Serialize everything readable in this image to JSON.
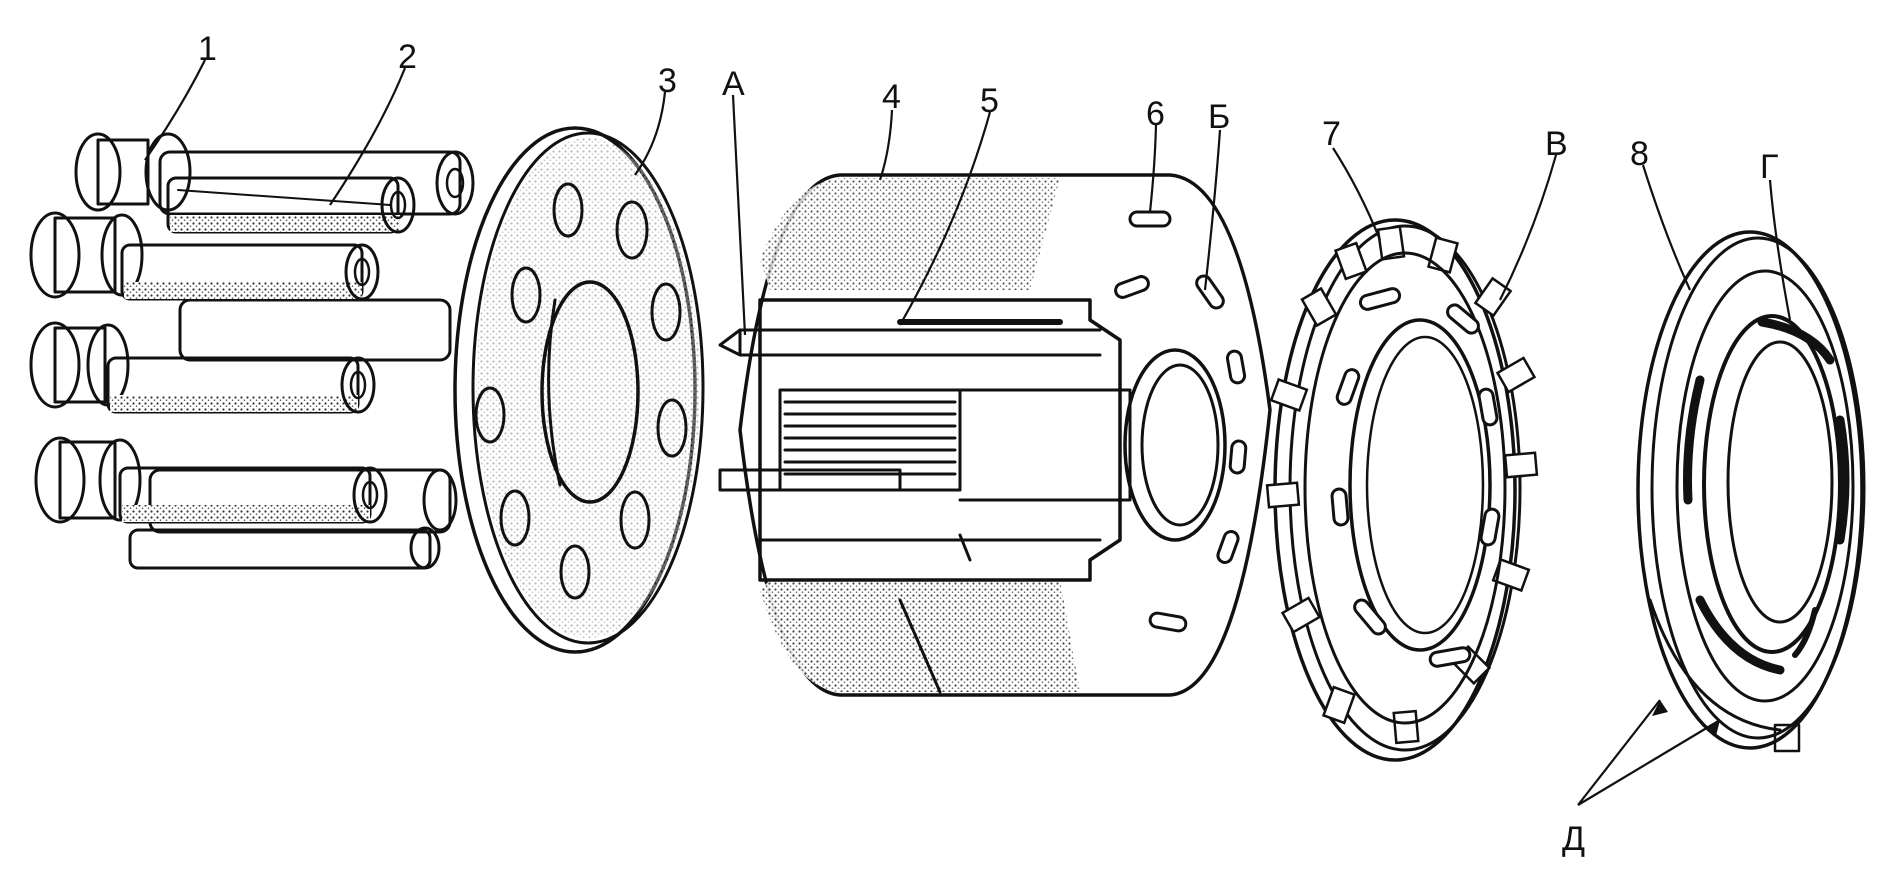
{
  "labels": {
    "l1": "1",
    "l2": "2",
    "l3": "3",
    "lA": "А",
    "l4": "4",
    "l5": "5",
    "l6": "6",
    "lB": "Б",
    "l7": "7",
    "lV": "В",
    "l8": "8",
    "lG": "Г",
    "lD": "Д"
  },
  "colors": {
    "ink": "#111111",
    "paper": "#ffffff",
    "shade": "#555555"
  }
}
